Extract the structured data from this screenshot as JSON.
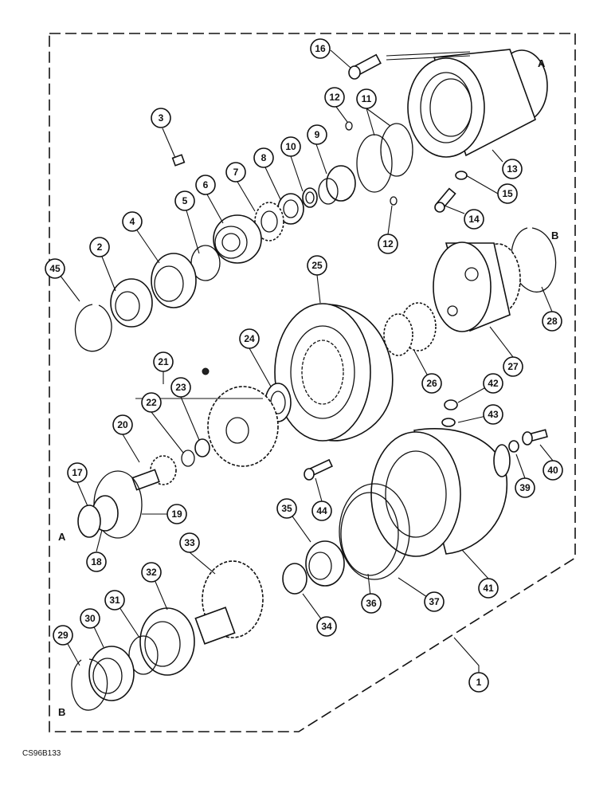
{
  "reference_code": "CS96B133",
  "corner_letters": {
    "a_top": "A",
    "a_left": "A",
    "b_top": "B",
    "b_left": "B"
  },
  "callouts": [
    "1",
    "2",
    "3",
    "4",
    "5",
    "6",
    "7",
    "8",
    "9",
    "10",
    "11",
    "12",
    "12",
    "13",
    "14",
    "15",
    "16",
    "17",
    "18",
    "19",
    "20",
    "21",
    "22",
    "23",
    "24",
    "25",
    "26",
    "27",
    "28",
    "29",
    "30",
    "31",
    "32",
    "33",
    "34",
    "35",
    "36",
    "37",
    "39",
    "40",
    "41",
    "42",
    "43",
    "44",
    "45"
  ]
}
